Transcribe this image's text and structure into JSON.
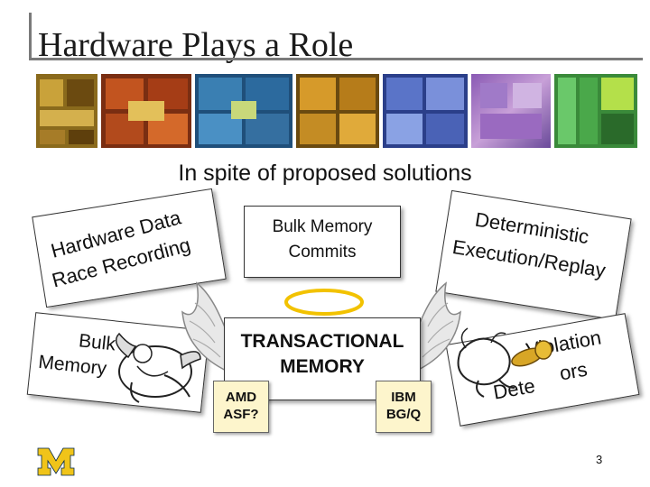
{
  "slide": {
    "title": "Hardware Plays a Role",
    "subtitle": "In spite of proposed solutions",
    "page_number": "3"
  },
  "cards": {
    "hardware_data_race": [
      "Hardware Data",
      "Race Recording"
    ],
    "bulk_memory_commits": [
      "Bulk Memory",
      "Commits"
    ],
    "deterministic_execution": [
      "Deterministic",
      "Execution/Replay"
    ],
    "bulk_memory_partial": [
      "Bulk",
      "Memory"
    ],
    "violation_detectors_partial": [
      "Violation",
      "Dete",
      "ors"
    ]
  },
  "transactional_memory": {
    "label": [
      "TRANSACTIONAL",
      "MEMORY"
    ],
    "amd": [
      "AMD",
      "ASF?"
    ],
    "ibm": [
      "IBM",
      "BG/Q"
    ]
  },
  "colors": {
    "maize": "#f0c419",
    "michigan_blue": "#00274c",
    "halo": "#f2c200",
    "note_paper": "#fdf5cc"
  },
  "icons": [
    "processor-die-image",
    "cherub-devil-icon",
    "angel-wings-icon",
    "halo-icon",
    "block-m-logo"
  ]
}
